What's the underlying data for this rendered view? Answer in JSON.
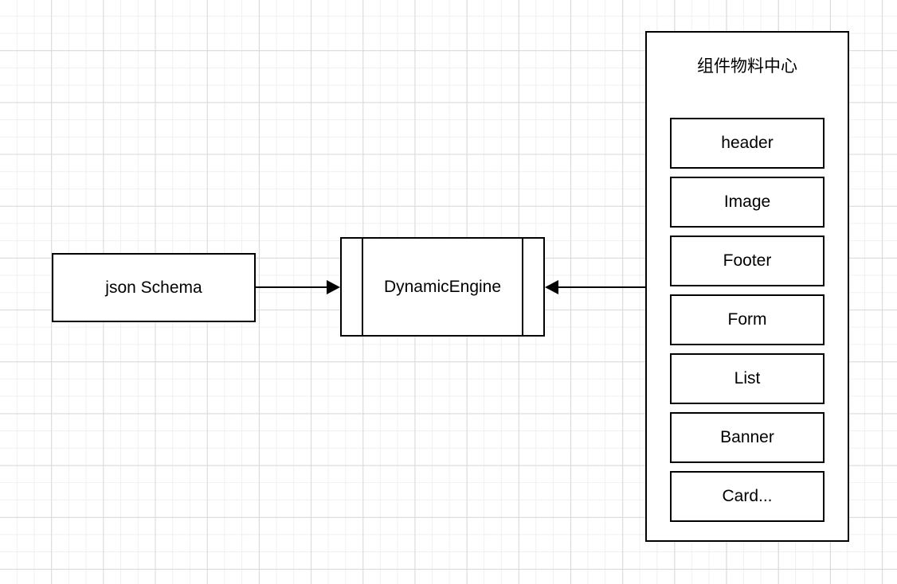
{
  "diagram": {
    "title": "",
    "background": {
      "grid": true,
      "minor_grid_color": "#f0f0f0",
      "major_grid_color": "#d9d9d9",
      "canvas_color": "#ffffff"
    },
    "stroke_color": "#000000",
    "nodes": {
      "json_schema": {
        "label": "json Schema",
        "shape": "rectangle"
      },
      "dynamic_engine": {
        "label": "DynamicEngine",
        "shape": "process"
      },
      "material_center": {
        "title": "组件物料中心",
        "shape": "container",
        "items": [
          {
            "label": "header"
          },
          {
            "label": "Image"
          },
          {
            "label": "Footer"
          },
          {
            "label": "Form"
          },
          {
            "label": "List"
          },
          {
            "label": "Banner"
          },
          {
            "label": "Card..."
          }
        ]
      }
    },
    "edges": [
      {
        "id": "schema-to-engine",
        "from": "json Schema",
        "to": "DynamicEngine",
        "direction": "right",
        "arrow": "arrow-right-icon"
      },
      {
        "id": "center-to-engine",
        "from": "组件物料中心",
        "to": "DynamicEngine",
        "direction": "left",
        "arrow": "arrow-left-icon"
      }
    ]
  }
}
